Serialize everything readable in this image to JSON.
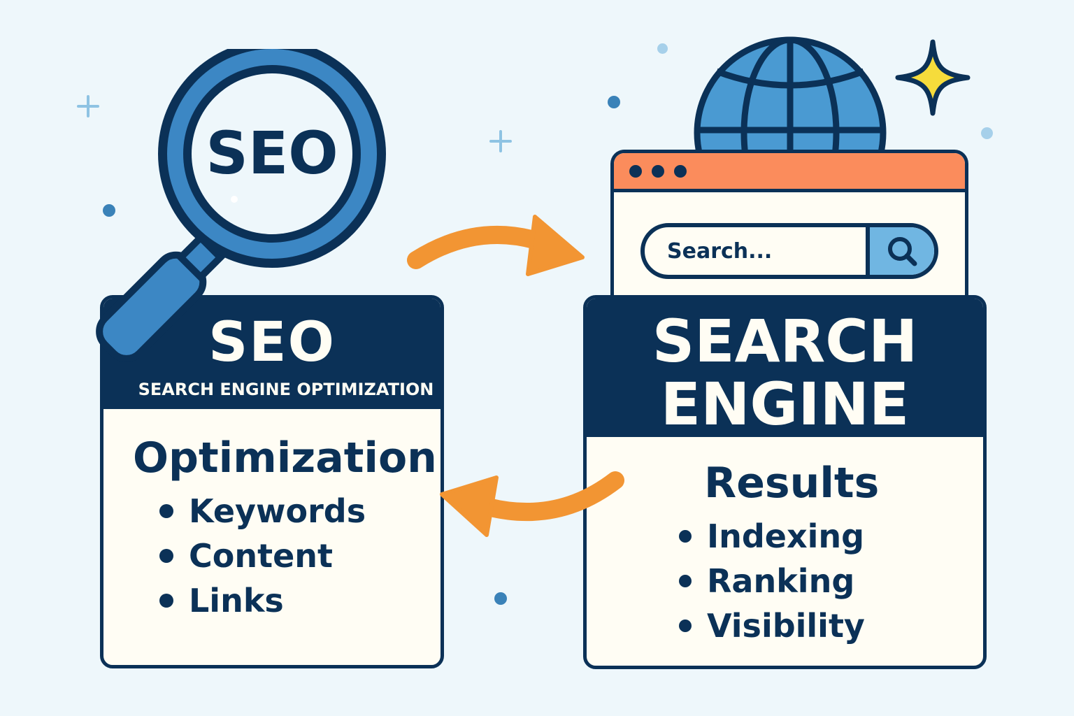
{
  "colors": {
    "background": "#eef7fb",
    "navy": "#0b3157",
    "blue": "#3c87c4",
    "light_blue": "#70b6e2",
    "orange_arrow": "#f29533",
    "browser_bar": "#fb8c5c",
    "card_fill": "#fffdf4",
    "star": "#f6dc3b"
  },
  "magnifier": {
    "lens_text": "SEO",
    "icon": "magnifying-glass-icon"
  },
  "seo_card": {
    "title": "SEO",
    "subtitle": "SEARCH ENGINE OPTIMIZATION",
    "section_heading": "Optimization",
    "items": [
      "Keywords",
      "Content",
      "Links"
    ]
  },
  "browser": {
    "globe_icon": "globe-icon",
    "window_dots": 3,
    "search_placeholder": "Search...",
    "search_button_icon": "search-icon"
  },
  "search_engine_card": {
    "title_line1": "SEARCH",
    "title_line2": "ENGINE",
    "section_heading": "Results",
    "items": [
      "Indexing",
      "Ranking",
      "Visibility"
    ]
  },
  "arrows": [
    {
      "direction": "seo-to-search-engine",
      "icon": "curved-arrow-right-icon"
    },
    {
      "direction": "search-engine-to-seo",
      "icon": "curved-arrow-left-icon"
    }
  ],
  "decorations": {
    "sparkle_icon": "sparkle-star-icon",
    "plus_icons": 2,
    "dots": 5
  }
}
